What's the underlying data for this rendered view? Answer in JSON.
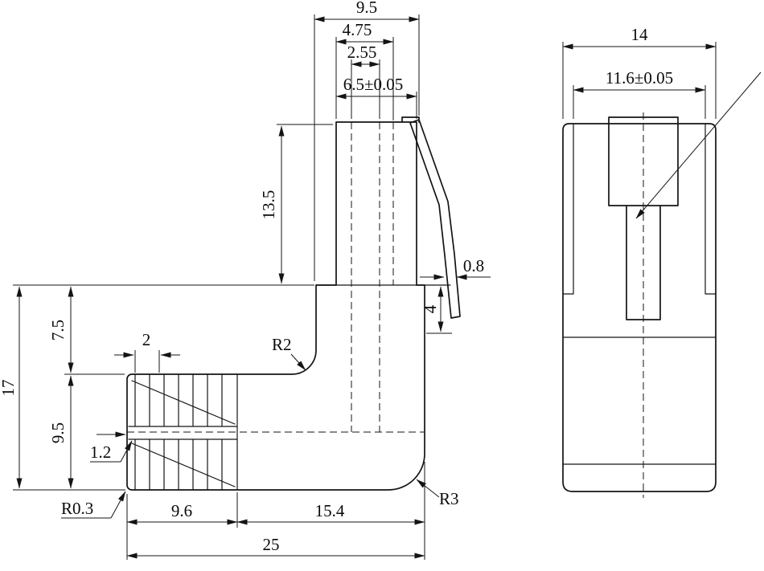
{
  "colors": {
    "line": "#141414",
    "background": "#ffffff"
  },
  "side_view": {
    "dim_top_overall": "9.5",
    "dim_top_2": "4.75",
    "dim_top_3": "2.55",
    "dim_plug_width": "6.5±0.05",
    "dim_plug_height": "13.5",
    "dim_overall_height": "17",
    "dim_upper_height": "7.5",
    "dim_lower_height": "9.5",
    "dim_rib_pitch": "2",
    "dim_rib_width": "1.2",
    "radius_inner": "R2",
    "radius_bottom_left": "R0.3",
    "dim_boot_length": "9.6",
    "dim_body_length": "15.4",
    "dim_overall_length": "25",
    "radius_outer": "R3",
    "dim_latch_thickness": "0.8",
    "dim_latch_drop": "4"
  },
  "front_view": {
    "dim_overall_width": "14",
    "dim_inner_width": "11.6±0.05"
  }
}
